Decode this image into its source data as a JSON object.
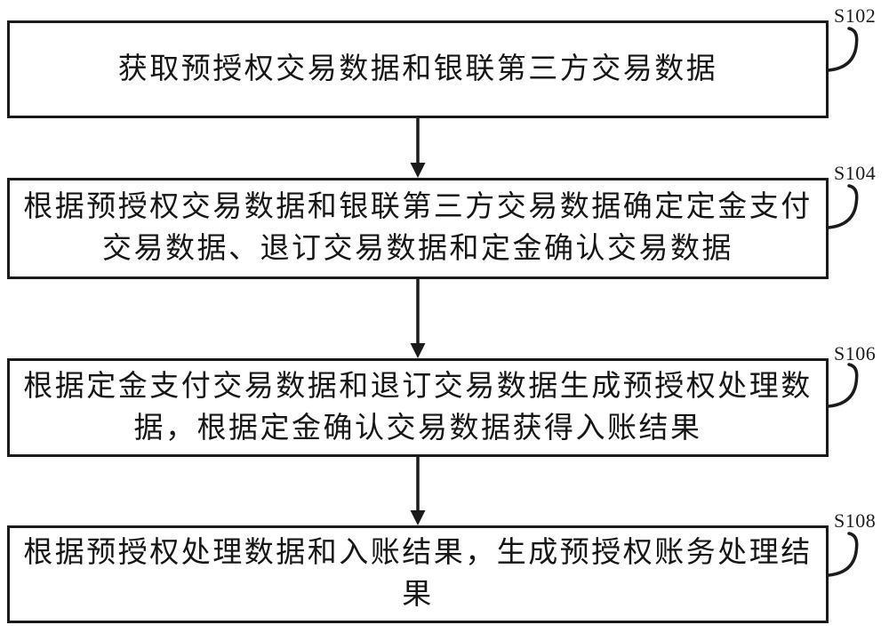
{
  "figure": {
    "type": "flowchart",
    "orientation": "vertical",
    "colors": {
      "background": "#ffffff",
      "line": "#1b1b1b",
      "text": "#161616"
    }
  },
  "steps": [
    {
      "label": "S102",
      "lines": [
        "获取预授权交易数据和银联第三方交易数据"
      ],
      "text": "获取预授权交易数据和银联第三方交易数据"
    },
    {
      "label": "S104",
      "lines": [
        "根据预授权交易数据和银联第三方交易数据确定定金支付",
        "交易数据、退订交易数据和定金确认交易数据"
      ],
      "text": "根据预授权交易数据和银联第三方交易数据确定定金支付交易数据、退订交易数据和定金确认交易数据"
    },
    {
      "label": "S106",
      "lines": [
        "根据定金支付交易数据和退订交易数据生成预授权处理数",
        "据，根据定金确认交易数据获得入账结果"
      ],
      "text": "根据定金支付交易数据和退订交易数据生成预授权处理数据，根据定金确认交易数据获得入账结果"
    },
    {
      "label": "S108",
      "lines": [
        "根据预授权处理数据和入账结果，生成预授权账务处理结",
        "果"
      ],
      "text": "根据预授权处理数据和入账结果，生成预授权账务处理结果"
    }
  ]
}
